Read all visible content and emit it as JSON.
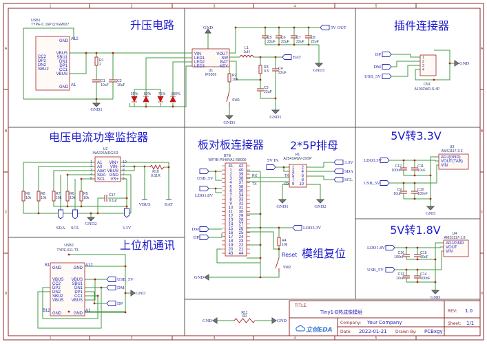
{
  "frame": {
    "columns": [
      "1",
      "2",
      "3",
      "4",
      "5"
    ],
    "rows": [
      "A",
      "B",
      "C",
      "D"
    ]
  },
  "boost": {
    "title": "升压电路",
    "usb1": {
      "ref": "USB1",
      "part": "TYPE-C 16P QTGM027",
      "pins_left": [
        "CC2",
        "DP2",
        "DN2",
        "SBU2"
      ],
      "pins_right": [
        "VBUS",
        "SBU1",
        "DN1",
        "DP1",
        "CC1",
        "VBUS"
      ],
      "gnd": "GND",
      "pin_a12": "A12",
      "pin_a1": "A1"
    },
    "r1": {
      "ref": "R1",
      "value": "2"
    },
    "c1": {
      "ref": "C1",
      "value": "10uF"
    },
    "c2": {
      "ref": "C2",
      "value": "10uF"
    },
    "gnd1": "GND1",
    "gnd": "GND",
    "leds": [
      "25%",
      "50%",
      "75%",
      "100%"
    ],
    "u1": {
      "ref": "U1",
      "part": "IP5306",
      "pin_ep": "EP",
      "pins_left": [
        "VIN",
        "LED1",
        "LED2",
        "LED3"
      ],
      "pins_right": [
        "VOUT",
        "SW",
        "BAT",
        "KEY"
      ]
    },
    "l1": {
      "ref": "L1",
      "value": "1uH"
    },
    "caps_out": [
      {
        "ref": "C5",
        "value": "22uF"
      },
      {
        "ref": "C6",
        "value": "22uF"
      },
      {
        "ref": "C7",
        "value": "22uF"
      },
      {
        "ref": "C8",
        "value": "22uF"
      }
    ],
    "net_5v_out": "5V OUT",
    "net_bat": "BAT",
    "r3": {
      "ref": "R3",
      "value": "0.5"
    },
    "c4": {
      "ref": "C4",
      "value": "22uF"
    },
    "c3": {
      "ref": "C3",
      "value": "22uF"
    },
    "r2": {
      "ref": "R2",
      "value": "10K"
    },
    "sw1": "SW1"
  },
  "monitor": {
    "title": "电压电流功率监控器",
    "u2": {
      "ref": "U2",
      "part": "INA226AIDGSR",
      "pins_left": [
        "A1",
        "A0",
        "Alert",
        "SDA",
        "SCL"
      ],
      "pins_right": [
        "VIN+",
        "VIN-",
        "VBUS",
        "GND",
        "VS+"
      ],
      "num_left": [
        "1",
        "2",
        "3",
        "4",
        "5"
      ],
      "num_right": [
        "10",
        "9",
        "8",
        "7",
        "6"
      ]
    },
    "resistors": [
      {
        "ref": "R9",
        "value": "10k"
      },
      {
        "ref": "R8",
        "value": "10k"
      },
      {
        "ref": "R7",
        "value": "10k"
      },
      {
        "ref": "R6",
        "value": "10k"
      },
      {
        "ref": "R5",
        "value": "10k"
      }
    ],
    "c17": {
      "ref": "C17",
      "value": "0.1uf"
    },
    "r10": {
      "ref": "R10",
      "value": "0.01R"
    },
    "nets": {
      "vbus": "VBUS",
      "bat": "BAT",
      "sda": "SDA",
      "scl": "SCL",
      "gnd2": "GND2",
      "v33": "3.3V"
    }
  },
  "btb": {
    "title": "板对板连接器",
    "ref": "BTB",
    "part": "WP7B-P040VA1-R8000",
    "left_pins": [
      "41",
      "1",
      "2",
      "3",
      "4",
      "5",
      "6",
      "7",
      "8",
      "9",
      "10",
      "11",
      "12",
      "13",
      "14",
      "15",
      "16",
      "17",
      "18",
      "19",
      "20",
      "43"
    ],
    "right_pins": [
      "42",
      "40",
      "39",
      "38",
      "37",
      "36",
      "35",
      "34",
      "33",
      "32",
      "31",
      "30",
      "29",
      "28",
      "27",
      "26",
      "25",
      "24",
      "23",
      "22",
      "21",
      "44"
    ],
    "nets": {
      "usb_5v": "USB_5V",
      "ldo1_8v": "LDO1.8V",
      "dm": "DM",
      "dp": "DP",
      "gnd": "GND",
      "ldo3_3v": "LDO3.3V",
      "rx": "RX",
      "tx": "TX"
    },
    "r4": {
      "ref": "R4",
      "value": "10k"
    },
    "reset": "Reset",
    "sw2": "SW2",
    "reset_title": "模组复位"
  },
  "header": {
    "title": "2*5P排母",
    "ref": "H1",
    "part": "A2541HWV-2X5P",
    "pins_left": [
      "1",
      "3",
      "5",
      "7",
      "9"
    ],
    "pins_right": [
      "2",
      "4",
      "6",
      "8",
      "10"
    ],
    "nets": {
      "v5_in": "5V IN",
      "v33": "3.3V",
      "sda": "SDA",
      "scl": "SCL",
      "gnd1": "GND1",
      "gnd2": "GND2",
      "rx": "RX",
      "tx": "TX"
    }
  },
  "ldo33": {
    "title": "5V转3.3V",
    "u3": {
      "ref": "U3",
      "part": "AMS1117-3.3",
      "pins": [
        "ADJ(GND)",
        "VOUT(TAB)",
        "VIN"
      ]
    },
    "caps": [
      {
        "ref": "C12",
        "value": "100nF"
      },
      {
        "ref": "C11",
        "value": "10uF"
      },
      {
        "ref": "C9",
        "value": "10uF"
      },
      {
        "ref": "C10",
        "value": "100nF"
      }
    ],
    "nets": {
      "out": "LDO3.3V",
      "in": "USB_5V",
      "gnd": "GND"
    }
  },
  "ldo18": {
    "title": "5V转1.8V",
    "u4": {
      "ref": "U4",
      "part": "AMS1117-1.8",
      "pins": [
        "ADJ/GND",
        "VOUT",
        "VIN"
      ]
    },
    "caps": [
      {
        "ref": "C16",
        "value": "100nF"
      },
      {
        "ref": "C15",
        "value": "10uF"
      },
      {
        "ref": "C13",
        "value": "10uF"
      },
      {
        "ref": "C14",
        "value": "100nF"
      }
    ],
    "nets": {
      "out": "LDO1.8V",
      "in": "USB_5V",
      "gnd": "GND"
    }
  },
  "pc_comm": {
    "title": "上位机通讯",
    "usb2": {
      "ref": "USB2",
      "part": "TYPE-611-T3",
      "pins_left": [
        "VBUS",
        "CC2",
        "DP2",
        "DN2",
        "SBU2",
        "VBUS"
      ],
      "pins_right": [
        "VBUS",
        "SBU1",
        "DN1",
        "DP1",
        "CC1",
        "VBUS"
      ],
      "gnd": "GND",
      "pin_a12": "A12",
      "pin_b1": "B1",
      "pin_b12": "B12",
      "pin_a1": "A1"
    },
    "nets": {
      "usb_5v": "USB_5V",
      "dm": "DM",
      "dp": "DP",
      "gnd": "GND"
    }
  },
  "plug": {
    "title": "插件连接器",
    "cn1": {
      "ref": "CN1",
      "part": "A1002WR-S-4P",
      "pins": [
        "1",
        "2",
        "3",
        "4"
      ]
    },
    "nets": {
      "dp": "DP",
      "dm": "DM",
      "usb_5v": "USB_5V",
      "gnd": "GND"
    }
  },
  "bridge": {
    "r11": {
      "ref": "R11",
      "value": "0R"
    },
    "left_net": "GND",
    "right_net": "GND"
  },
  "title_block": {
    "title_label": "TITLE:",
    "title": "Tiny1-B热成像模组",
    "rev_label": "REV:",
    "rev": "1.0",
    "company_label": "Company:",
    "company": "Your Company",
    "sheet_label": "Sheet:",
    "sheet": "1/1",
    "date_label": "Date:",
    "date": "2022-01-21",
    "drawn_label": "Drawn By:",
    "drawn_by": "PCBxgy",
    "logo": "立创EDA"
  }
}
